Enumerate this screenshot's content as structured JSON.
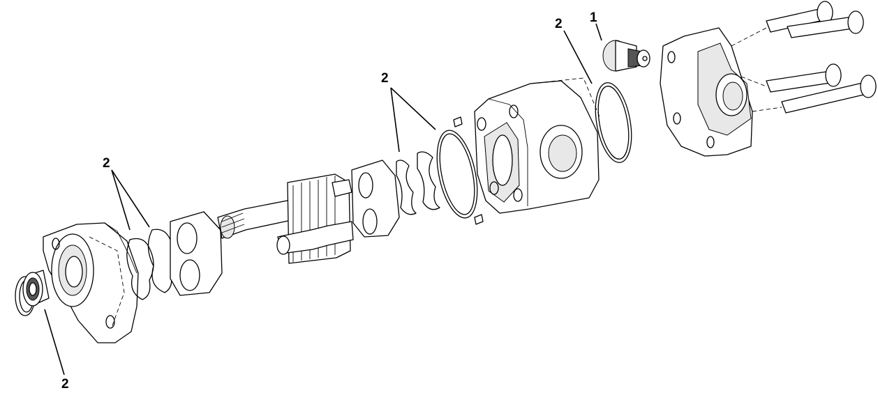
{
  "callouts": {
    "seal_kit_front": "2",
    "seal_kit_shaft": "2",
    "seal_kit_center": "2",
    "seal_kit_rear": "2",
    "relief_valve": "1"
  }
}
